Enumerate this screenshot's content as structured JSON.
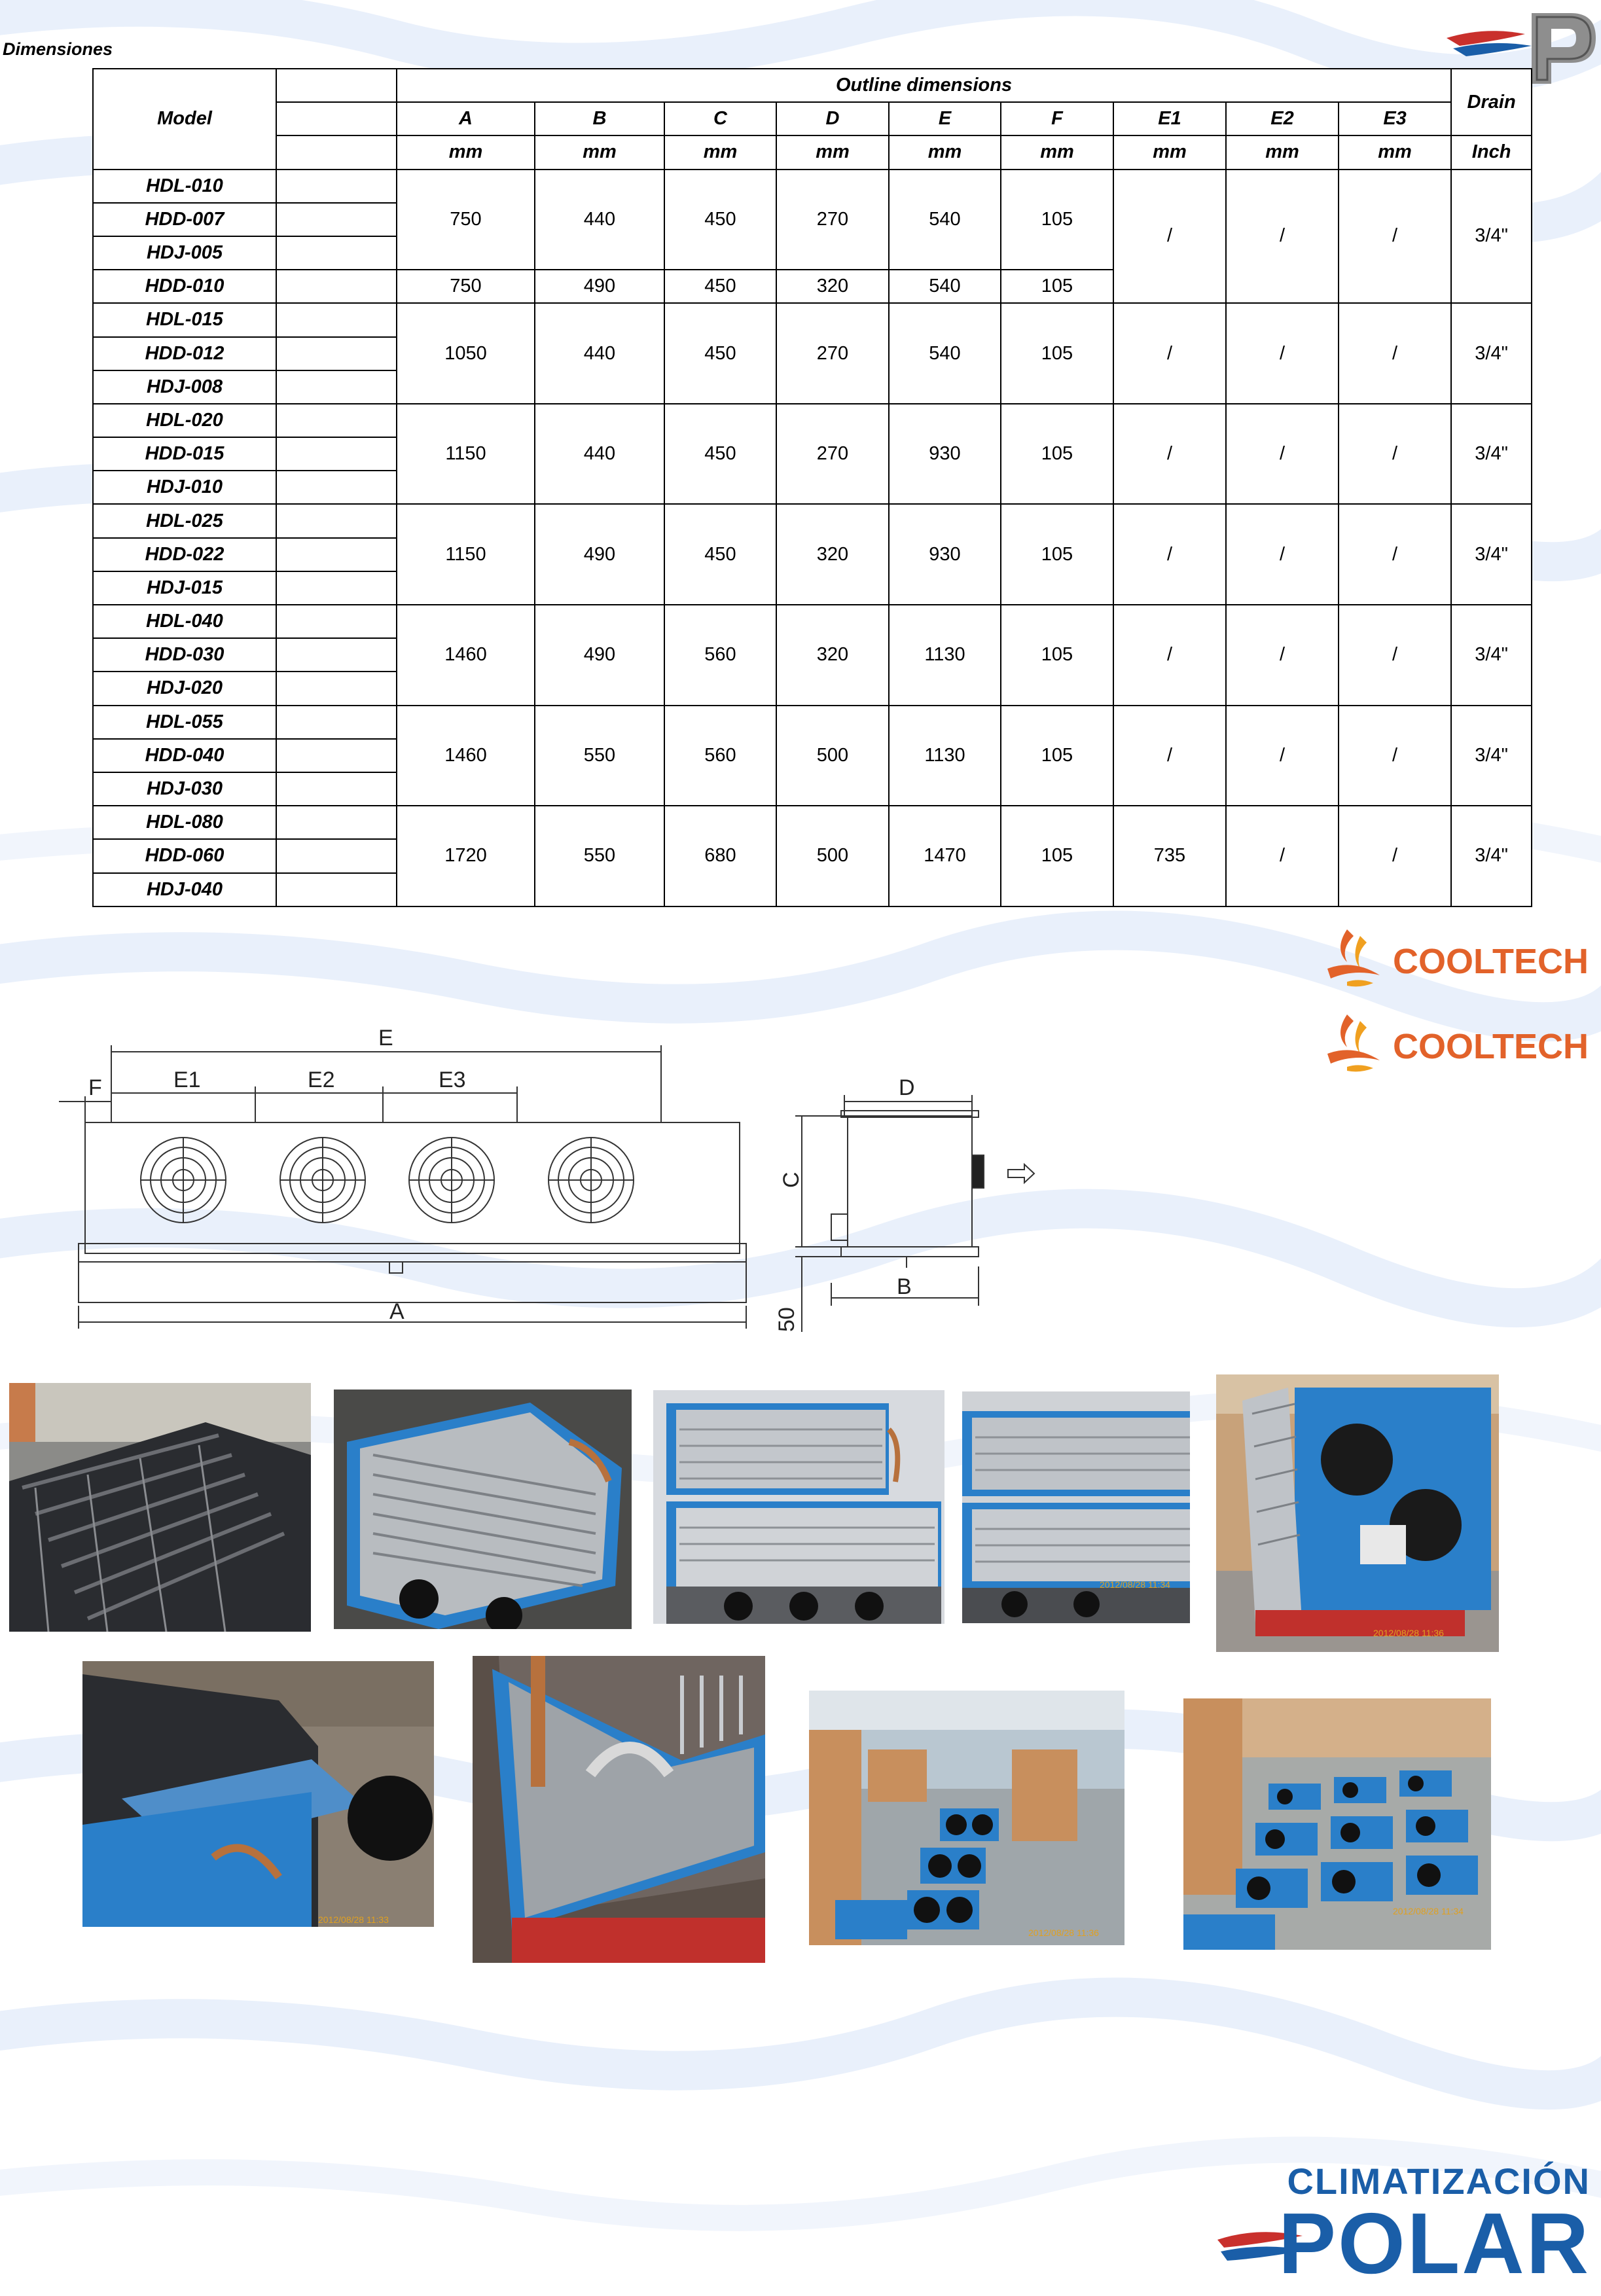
{
  "page": {
    "section_title": "Dimensiones"
  },
  "table": {
    "header": {
      "model": "Model",
      "group": "Outline dimensions",
      "drain": "Drain",
      "columns": [
        "A",
        "B",
        "C",
        "D",
        "E",
        "F",
        "E1",
        "E2",
        "E3"
      ],
      "units": [
        "mm",
        "mm",
        "mm",
        "mm",
        "mm",
        "mm",
        "mm",
        "mm",
        "mm"
      ],
      "drain_unit": "Inch"
    },
    "groups": [
      {
        "models": [
          "HDL-010",
          "HDD-007",
          "HDJ-005",
          "HDD-010"
        ],
        "sub": [
          {
            "rows": 3,
            "vals": [
              "750",
              "440",
              "450",
              "270",
              "540",
              "105"
            ]
          },
          {
            "rows": 1,
            "vals": [
              "750",
              "490",
              "450",
              "320",
              "540",
              "105"
            ]
          }
        ],
        "e": [
          "/",
          "/",
          "/"
        ],
        "drain": "3/4\""
      },
      {
        "models": [
          "HDL-015",
          "HDD-012",
          "HDJ-008"
        ],
        "vals": [
          "1050",
          "440",
          "450",
          "270",
          "540",
          "105",
          "/",
          "/",
          "/",
          "3/4\""
        ]
      },
      {
        "models": [
          "HDL-020",
          "HDD-015",
          "HDJ-010"
        ],
        "vals": [
          "1150",
          "440",
          "450",
          "270",
          "930",
          "105",
          "/",
          "/",
          "/",
          "3/4\""
        ]
      },
      {
        "models": [
          "HDL-025",
          "HDD-022",
          "HDJ-015"
        ],
        "vals": [
          "1150",
          "490",
          "450",
          "320",
          "930",
          "105",
          "/",
          "/",
          "/",
          "3/4\""
        ]
      },
      {
        "models": [
          "HDL-040",
          "HDD-030",
          "HDJ-020"
        ],
        "vals": [
          "1460",
          "490",
          "560",
          "320",
          "1130",
          "105",
          "/",
          "/",
          "/",
          "3/4\""
        ]
      },
      {
        "models": [
          "HDL-055",
          "HDD-040",
          "HDJ-030"
        ],
        "vals": [
          "1460",
          "550",
          "560",
          "500",
          "1130",
          "105",
          "/",
          "/",
          "/",
          "3/4\""
        ]
      },
      {
        "models": [
          "HDL-080",
          "HDD-060",
          "HDJ-040"
        ],
        "vals": [
          "1720",
          "550",
          "680",
          "500",
          "1470",
          "105",
          "735",
          "/",
          "/",
          "3/4\""
        ]
      }
    ]
  },
  "brands": {
    "cooltech": "COOLTECH"
  },
  "drawing": {
    "labels": {
      "E": "E",
      "F": "F",
      "E1": "E1",
      "E2": "E2",
      "E3": "E3",
      "A": "A",
      "D": "D",
      "C": "C",
      "B": "B",
      "h50": "50"
    }
  },
  "photos": {
    "stamps": [
      "2012/08/28 11:34",
      "2012/08/28 11:36",
      "2012/08/28 11:33",
      "2012/08/28 11:36",
      "2012/08/28 11:34"
    ]
  },
  "footer_logo": {
    "line1": "CLIMATIZACIÓN",
    "line2": "POLAR"
  },
  "colors": {
    "unit_blue": "#2a7fc9",
    "brand_blue": "#1a5ea8",
    "cooltech_orange": "#e2622a",
    "wave": "#e6eefb"
  }
}
